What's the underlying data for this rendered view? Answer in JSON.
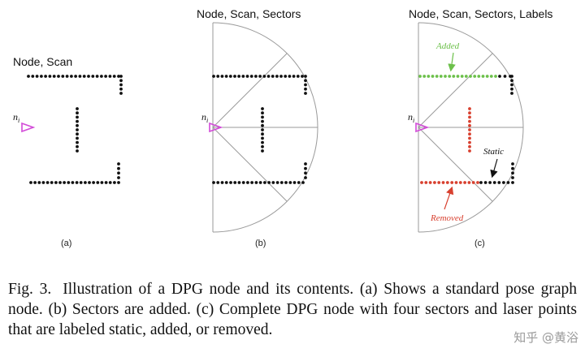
{
  "panels": [
    {
      "title": "Node, Scan",
      "sublabel": "(a)",
      "node_label": "n"
    },
    {
      "title": "Node, Scan, Sectors",
      "sublabel": "(b)",
      "node_label": "n"
    },
    {
      "title": "Node, Scan, Sectors, Labels",
      "sublabel": "(c)",
      "node_label": "n",
      "annotations": {
        "added": "Added",
        "static": "Static",
        "removed": "Removed"
      }
    }
  ],
  "node_subscript": "i",
  "colors": {
    "node": "#d24ad8",
    "scan": "#111111",
    "added": "#6cc04a",
    "removed": "#d8402f",
    "sector_line": "#9a9a9a"
  },
  "caption": {
    "fig_number": "Fig. 3.",
    "text": "Illustration of a DPG node and its contents. (a) Shows a standard pose graph node. (b) Sectors are added. (c) Complete DPG node with four sectors and laser points that are labeled static, added, or removed."
  },
  "watermark": "知乎 @黄浴"
}
